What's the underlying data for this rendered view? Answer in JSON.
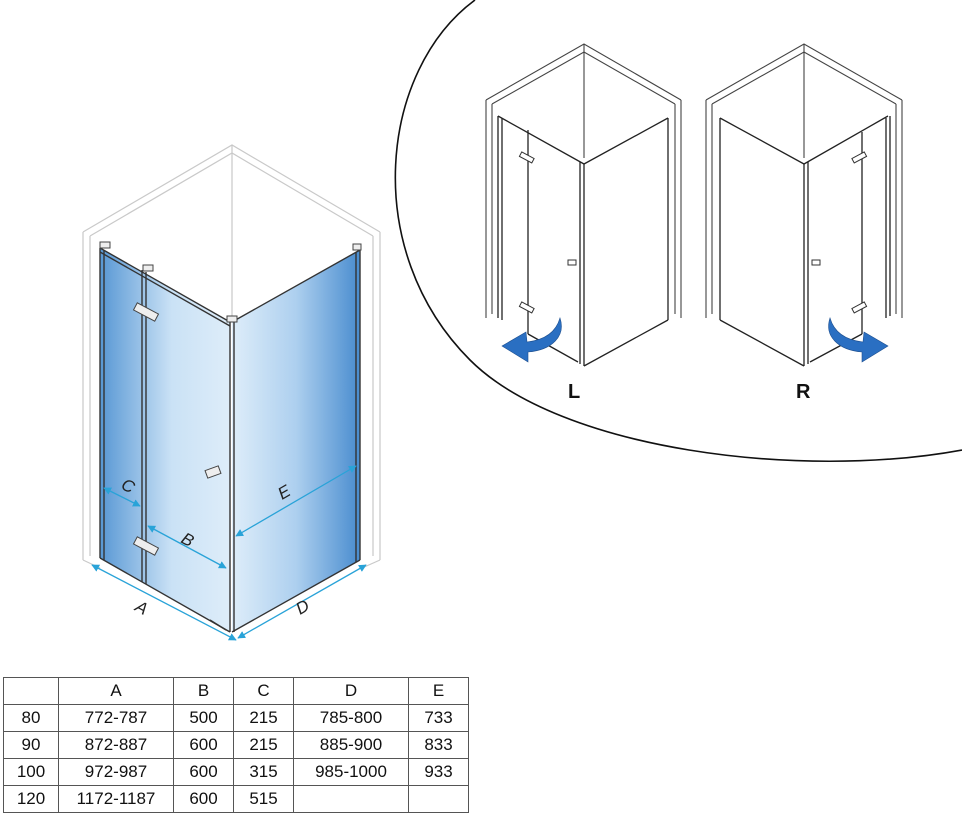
{
  "labels": {
    "a": "A",
    "b": "B",
    "c": "C",
    "d": "D",
    "e": "E"
  },
  "variants": {
    "left": "L",
    "right": "R"
  },
  "colors": {
    "glass_light": "#d6e9f8",
    "glass_dark": "#4b8fd0",
    "arrow": "#2a6fc2",
    "dim_arrow": "#29a3d8",
    "outline": "#c9c9c9",
    "frame": "#333333"
  },
  "table": {
    "headers": [
      "",
      "A",
      "B",
      "C",
      "D",
      "E"
    ],
    "rows": [
      [
        "80",
        "772-787",
        "500",
        "215",
        "785-800",
        "733"
      ],
      [
        "90",
        "872-887",
        "600",
        "215",
        "885-900",
        "833"
      ],
      [
        "100",
        "972-987",
        "600",
        "315",
        "985-1000",
        "933"
      ],
      [
        "120",
        "1172-1187",
        "600",
        "515",
        "",
        ""
      ]
    ]
  }
}
